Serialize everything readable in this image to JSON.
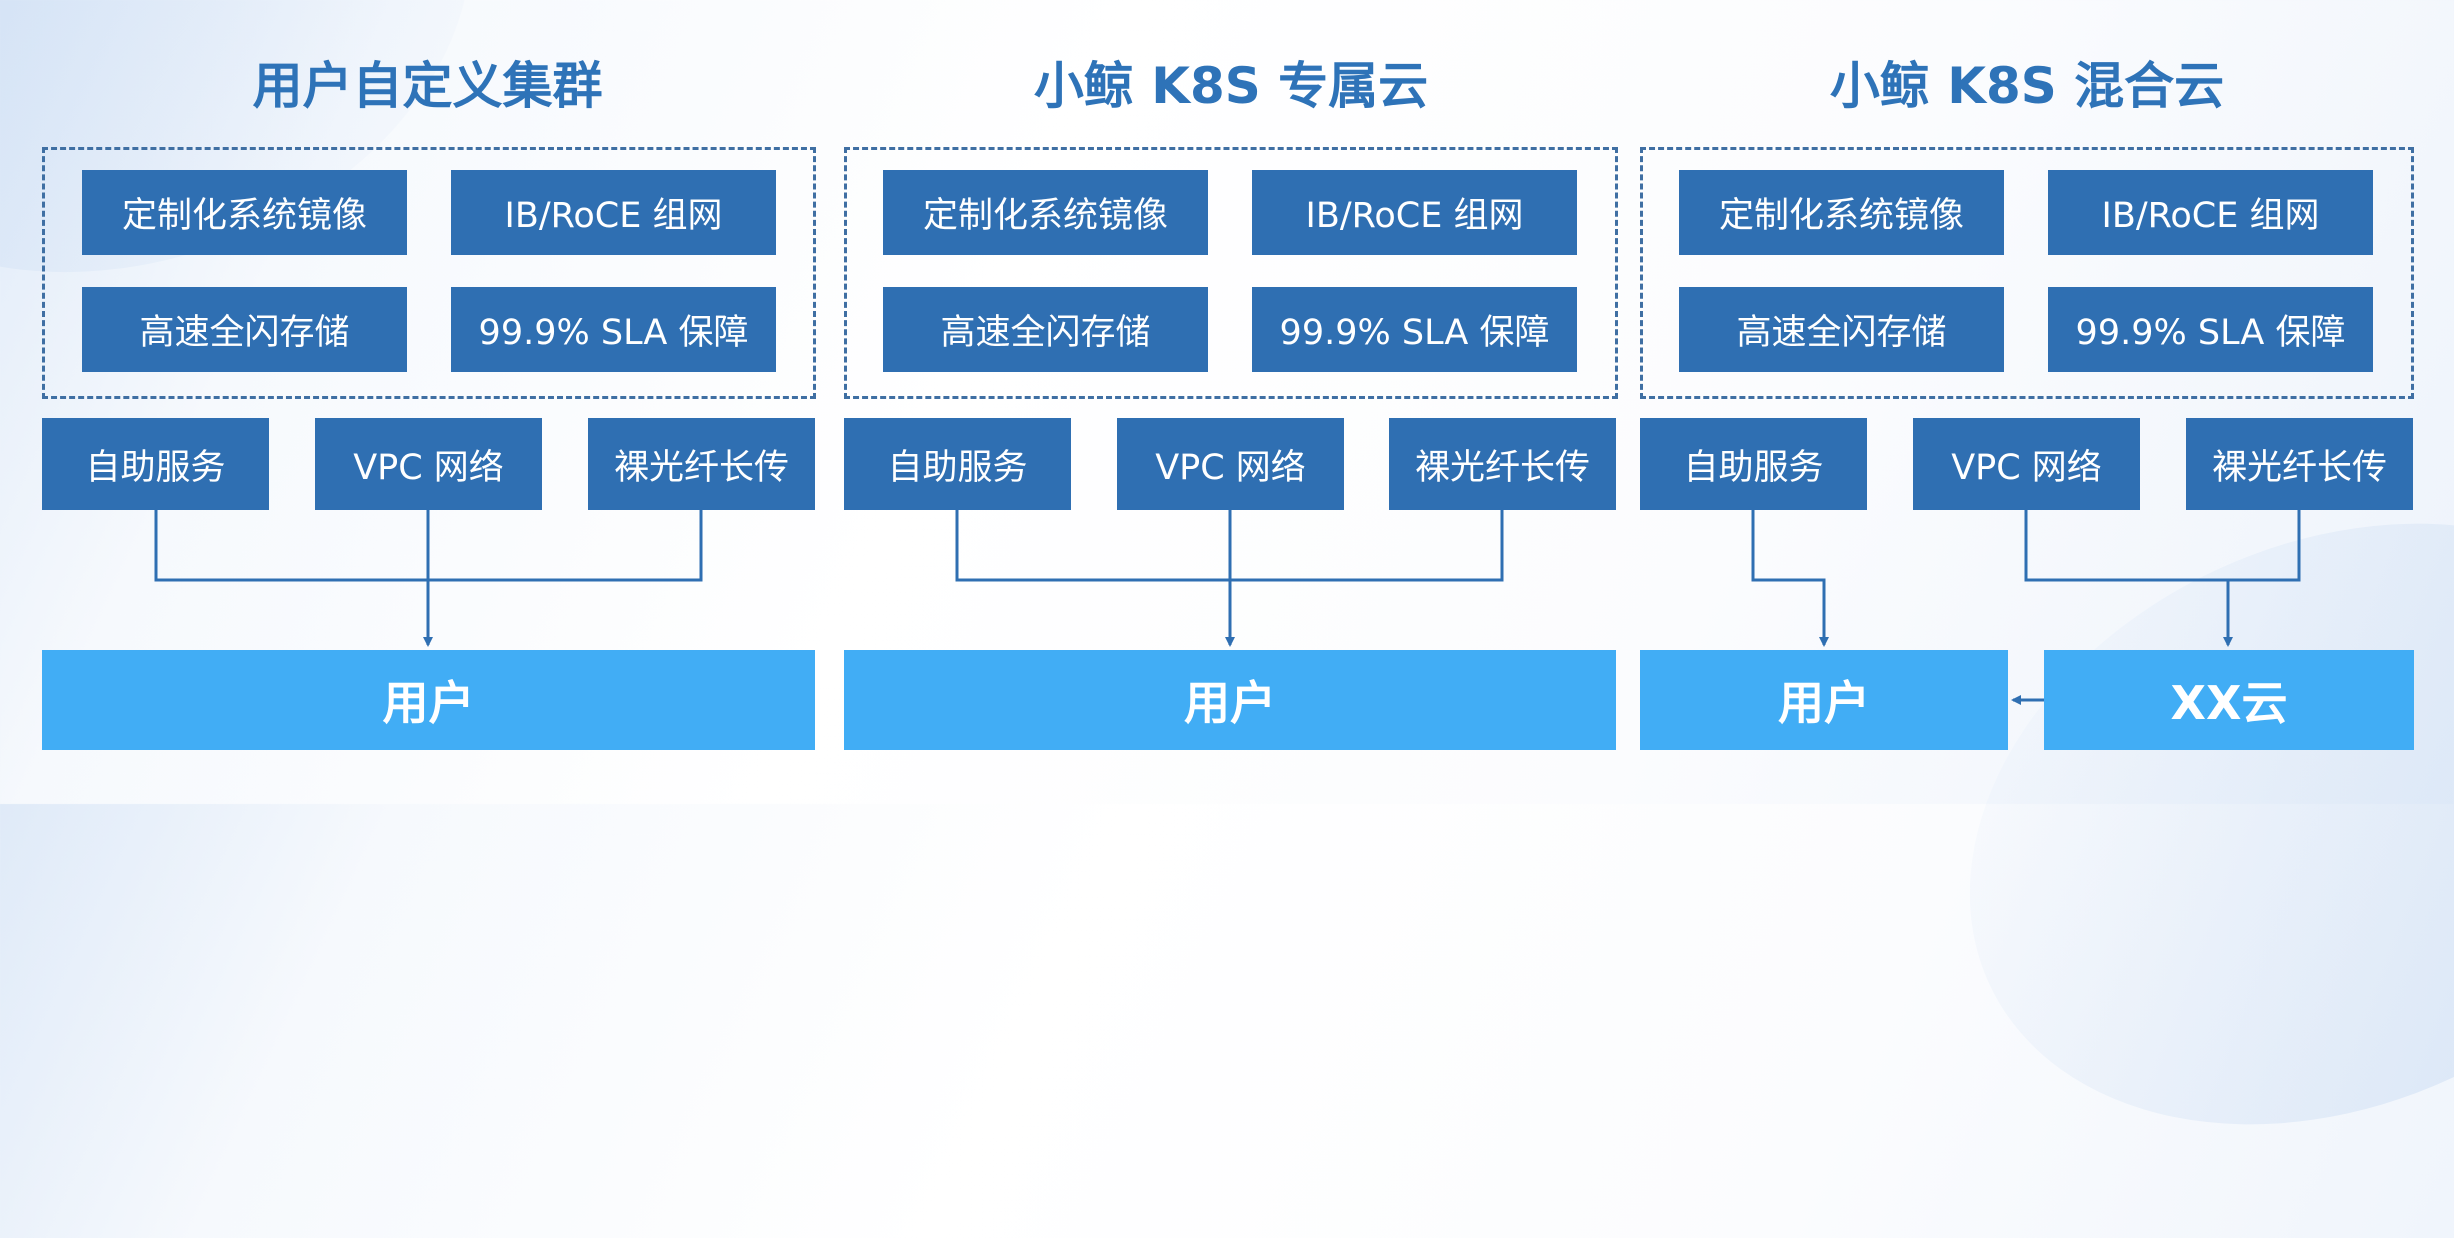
{
  "columns": [
    {
      "title": "用户自定义集群",
      "features": [
        "定制化系统镜像",
        "IB/RoCE 组网",
        "高速全闪存储",
        "99.9% SLA 保障"
      ],
      "services": [
        "自助服务",
        "VPC 网络",
        "裸光纤长传"
      ],
      "targets": [
        "用户"
      ]
    },
    {
      "title": "小鲸 K8S 专属云",
      "features": [
        "定制化系统镜像",
        "IB/RoCE 组网",
        "高速全闪存储",
        "99.9% SLA 保障"
      ],
      "services": [
        "自助服务",
        "VPC 网络",
        "裸光纤长传"
      ],
      "targets": [
        "用户"
      ]
    },
    {
      "title": "小鲸 K8S 混合云",
      "features": [
        "定制化系统镜像",
        "IB/RoCE 组网",
        "高速全闪存储",
        "99.9% SLA 保障"
      ],
      "services": [
        "自助服务",
        "VPC 网络",
        "裸光纤长传"
      ],
      "targets": [
        "用户",
        "XX云"
      ]
    }
  ],
  "colors": {
    "title": "#2e73b8",
    "feature_box": "#2f6fb2",
    "target_box": "#41adf5",
    "connector": "#2f6fb2",
    "dashed_border": "#3f6fa3"
  }
}
